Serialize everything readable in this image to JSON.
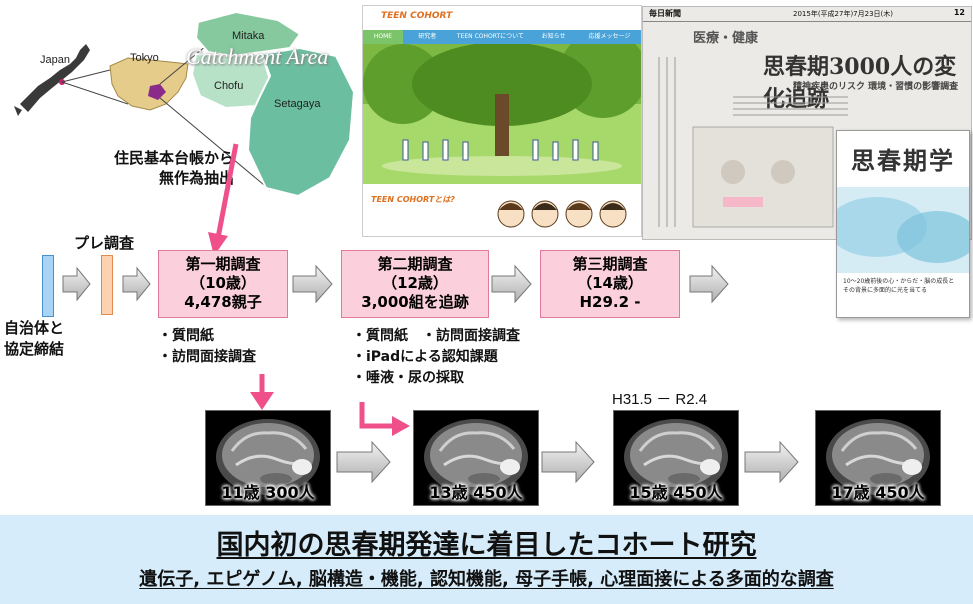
{
  "map": {
    "labels": [
      "Japan",
      "Tokyo",
      "Mitaka",
      "Chofu",
      "Setagaya",
      "Catchment Area"
    ]
  },
  "sampling": {
    "line1": "住民基本台帳から",
    "line2": "無作為抽出"
  },
  "pre_survey": {
    "label": "プレ調査"
  },
  "agreement": {
    "line1": "自治体と",
    "line2": "協定締結"
  },
  "surveys": [
    {
      "title": "第一期調査",
      "age": "（10歳）",
      "detail": "4,478親子"
    },
    {
      "title": "第二期調査",
      "age": "（12歳）",
      "detail": "3,000組を追跡"
    },
    {
      "title": "第三期調査",
      "age": "（14歳）",
      "detail": "H29.2 -"
    }
  ],
  "methods1": [
    "・質問紙",
    "・訪問面接調査"
  ],
  "methods2": [
    "・質問紙　・訪問面接調査",
    "・iPadによる認知課題",
    "・唾液・尿の採取"
  ],
  "mri_period": "H31.5 － R2.4",
  "mri": [
    {
      "label": "11歳 300人"
    },
    {
      "label": "13歳 450人"
    },
    {
      "label": "15歳 450人"
    },
    {
      "label": "17歳 450人"
    }
  ],
  "site": {
    "brand": "TEEN COHORT",
    "nav": [
      "HOME",
      "研究者",
      "TEEN COHORTについて",
      "お知らせ",
      "応援メッセージ"
    ],
    "sub_brand": "TEEN COHORTとは?"
  },
  "newspaper": {
    "masthead": "毎日新聞",
    "date": "2015年(平成27年)7月23日(木)",
    "page": "12",
    "section": "医療・健康",
    "headline": "思春期3000人の変化追跡",
    "subhead": "精神疾患のリスク 環境・習慣の影響調査"
  },
  "book": {
    "title": "思春期学",
    "blurb1": "10～20歳前後の心・からだ・脳の成長と",
    "blurb2": "その背景に多面的に光を当てる"
  },
  "footer": {
    "title": "国内初の思春期発達に着目したコホート研究",
    "subtitle": "遺伝子, エピゲノム, 脳構造・機能, 認知機能, 母子手帳, 心理面接による多面的な調査"
  },
  "colors": {
    "survey_fill": "#fbd0dc",
    "survey_border": "#e07a98",
    "accent_arrow": "#f0508a",
    "band": "#d6ecfa"
  }
}
